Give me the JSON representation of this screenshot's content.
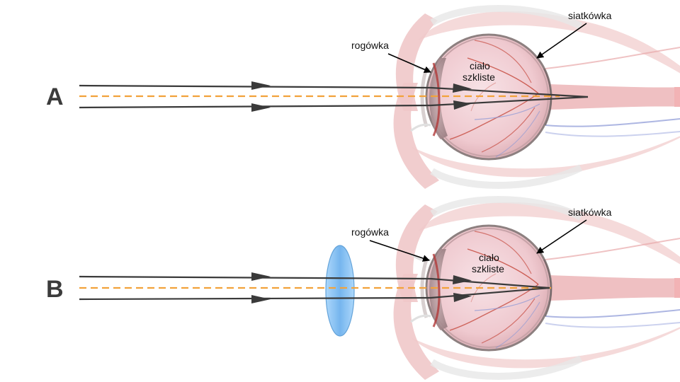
{
  "panels": [
    {
      "letter": "A",
      "labels": {
        "cornea": "rogówka",
        "vitreous_line1": "ciało",
        "vitreous_line2": "szkliste",
        "retina": "siatkówka"
      }
    },
    {
      "letter": "B",
      "labels": {
        "cornea": "rogówka",
        "vitreous_line1": "ciało",
        "vitreous_line2": "szkliste",
        "retina": "siatkówka"
      }
    }
  ],
  "colors": {
    "ray": "#3a3a3a",
    "optical_axis": "#f2a23a",
    "lens_fill": "#8cc4f2",
    "eye_tissue": "#f1c9cb",
    "vessel_red": "#c0392b",
    "vessel_blue": "#8a97d6"
  }
}
